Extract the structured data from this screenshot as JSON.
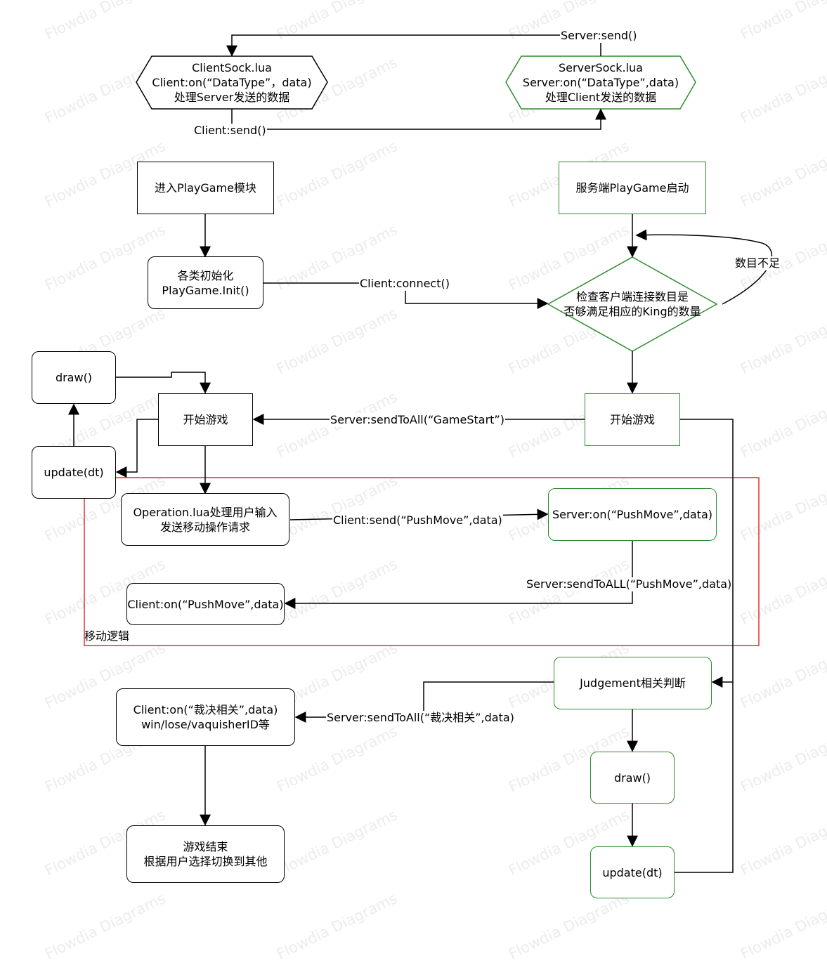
{
  "watermark": "Flowdia Diagrams",
  "colors": {
    "stroke": "#000000",
    "green": "#2e8b2e",
    "group_border": "#dd3333"
  },
  "nodes": {
    "client_sock": "ClientSock.lua\nClient:on(“DataType”，data)\n处理Server发送的数据",
    "server_sock": "ServerSock.lua\nServer:on(“DataType”,data)\n处理Client发送的数据",
    "enter_playgame": "进入PlayGame模块",
    "server_playgame_start": "服务端PlayGame启动",
    "init": "各类初始化\nPlayGame.Init()",
    "check_clients": "检查客户端连接数目是\n否够满足相应的King的数量",
    "client_draw": "draw()",
    "client_start_game": "开始游戏",
    "server_start_game": "开始游戏",
    "client_update": "update(dt)",
    "operation": "Operation.lua处理用户输入\n发送移动操作请求",
    "server_on_pushmove": "Server:on(“PushMove”,data)",
    "client_on_pushmove": "Client:on(“PushMove”,data)",
    "judgement": "Judgement相关判断",
    "client_on_judge": "Client:on(“裁决相关”,data)\nwin/lose/vaquisherID等",
    "server_draw": "draw()",
    "game_over": "游戏结束\n根据用户选择切换到其他",
    "server_update": "update(dt)"
  },
  "edges": {
    "server_send": "Server:send()",
    "client_send": "Client:send()",
    "client_connect": "Client:connect()",
    "not_enough": "数目不足",
    "send_to_all_gamestart": "Server:sendToAll(“GameStart”)",
    "client_send_pushmove": "Client:send(“PushMove”,data)",
    "send_to_all_pushmove": "Server:sendToALL(“PushMove”,data)",
    "send_to_all_judge": "Server:sendToAll(“裁决相关”,data)"
  },
  "group": {
    "label": "移动逻辑"
  }
}
